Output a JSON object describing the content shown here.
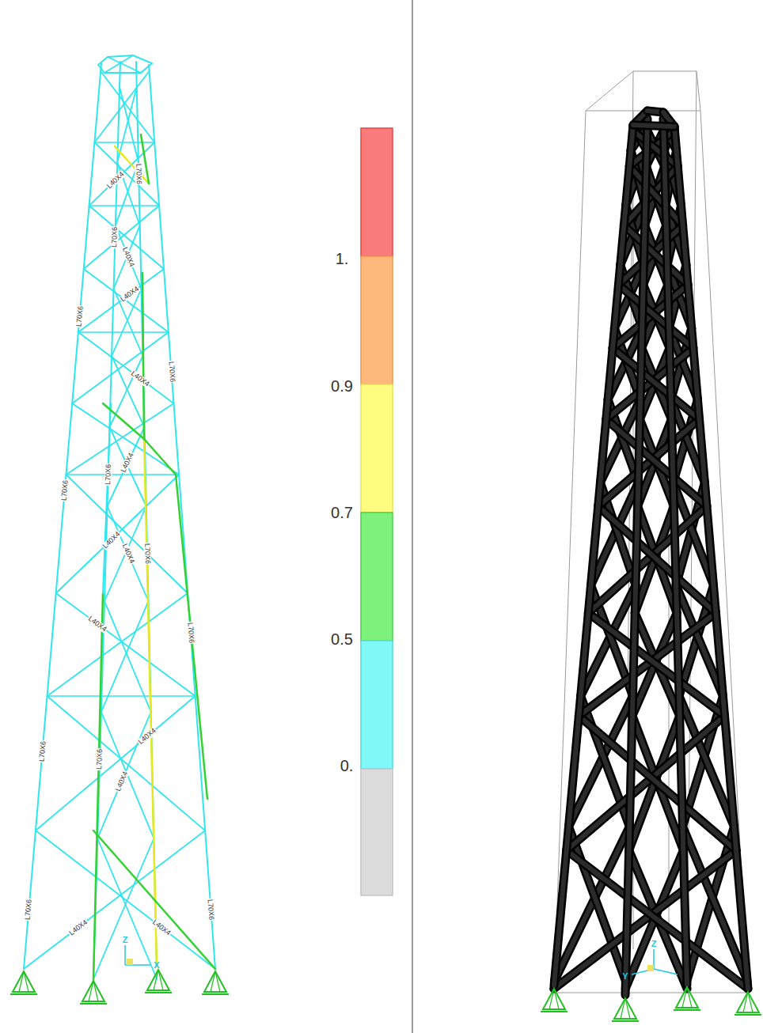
{
  "diagram": {
    "labels": [
      "1.",
      "0.9",
      "0.7",
      "0.5",
      "0.",
      "Z",
      "X",
      "Z",
      "Y",
      "L70X6",
      "L40X4",
      "L70X6",
      "L40X4",
      "L70X6",
      "L40X4",
      "L70X6",
      "L40X4",
      "L70X6",
      "L40X4",
      "L70X6",
      "L40X4",
      "L70X6",
      "L40X4",
      "L70X6",
      "L40X4",
      "L70X6",
      "L40X4",
      "L70X6",
      "L40X4",
      "L70X6",
      "L40X4",
      "L70X6",
      "L40X4"
    ]
  }
}
